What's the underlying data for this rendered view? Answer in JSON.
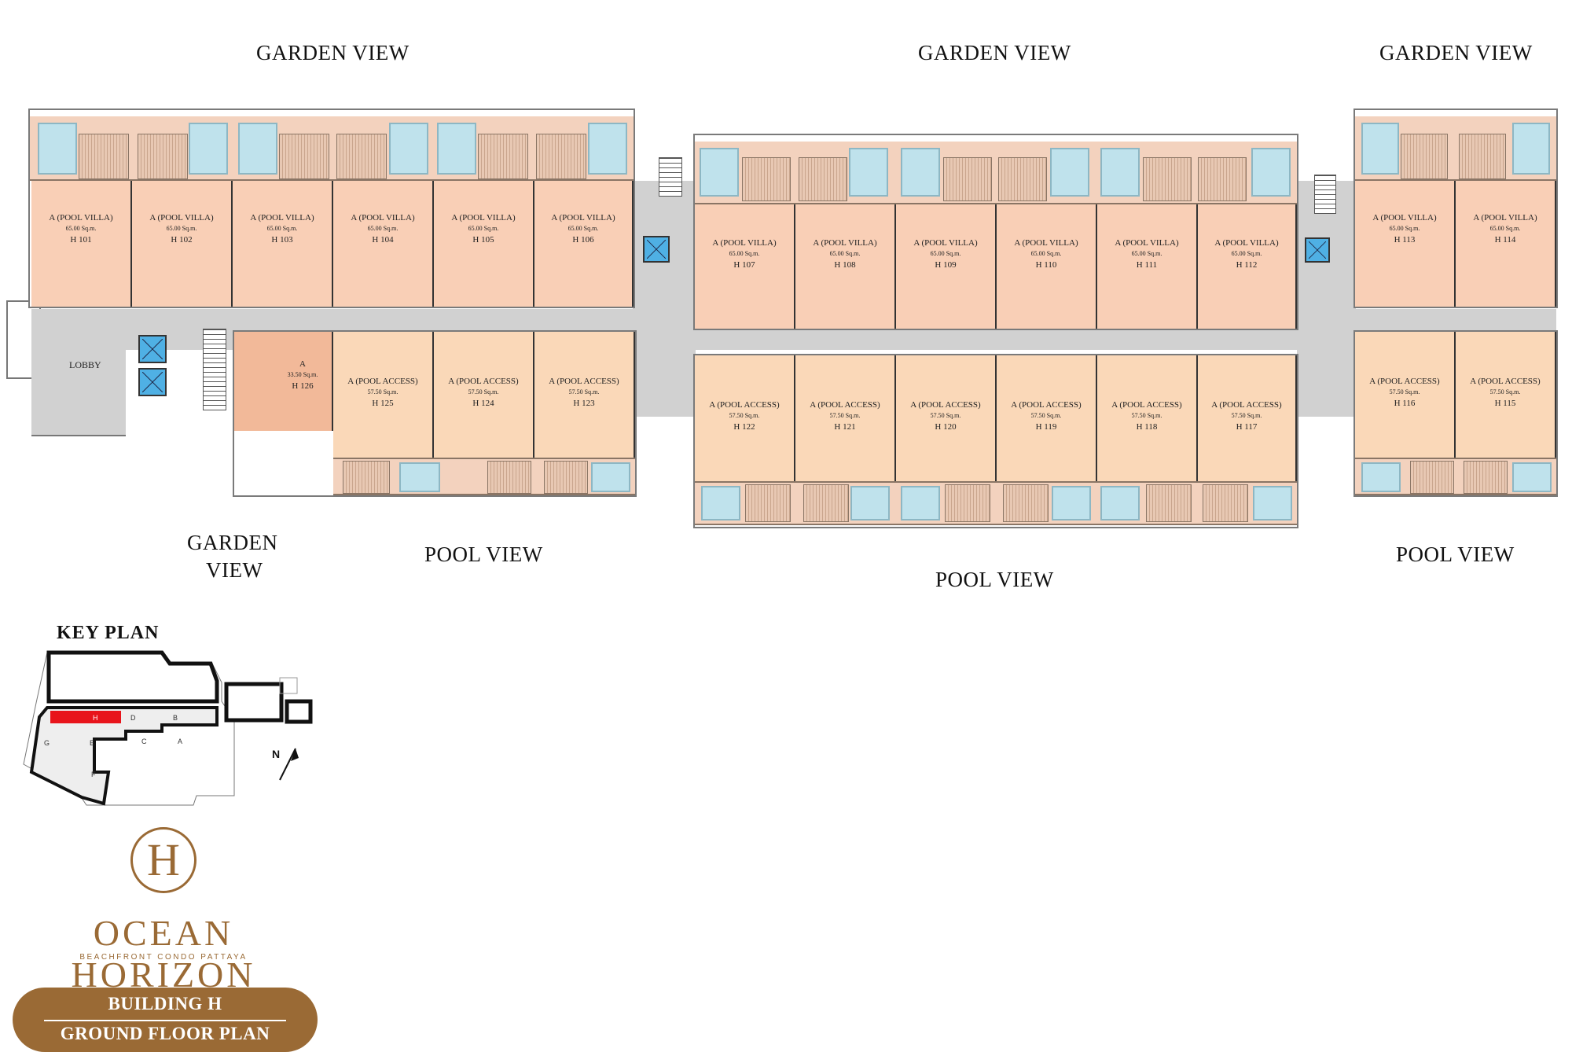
{
  "views": {
    "garden_top_left": "GARDEN VIEW",
    "garden_top_center": "GARDEN VIEW",
    "garden_top_right": "GARDEN VIEW",
    "garden_bottom_left_line1": "GARDEN",
    "garden_bottom_left_line2": "VIEW",
    "pool_bottom_left": "POOL VIEW",
    "pool_bottom_center": "POOL VIEW",
    "pool_bottom_right": "POOL VIEW"
  },
  "lobby": "LOBBY",
  "units_top": [
    {
      "name": "A (POOL VILLA)",
      "area": "65.00 Sq.m.",
      "num": "H 101"
    },
    {
      "name": "A (POOL VILLA)",
      "area": "65.00 Sq.m.",
      "num": "H 102"
    },
    {
      "name": "A (POOL VILLA)",
      "area": "65.00 Sq.m.",
      "num": "H 103"
    },
    {
      "name": "A (POOL VILLA)",
      "area": "65.00 Sq.m.",
      "num": "H 104"
    },
    {
      "name": "A (POOL VILLA)",
      "area": "65.00 Sq.m.",
      "num": "H 105"
    },
    {
      "name": "A (POOL VILLA)",
      "area": "65.00 Sq.m.",
      "num": "H 106"
    },
    {
      "name": "A (POOL VILLA)",
      "area": "65.00 Sq.m.",
      "num": "H 107"
    },
    {
      "name": "A (POOL VILLA)",
      "area": "65.00 Sq.m.",
      "num": "H 108"
    },
    {
      "name": "A (POOL VILLA)",
      "area": "65.00 Sq.m.",
      "num": "H 109"
    },
    {
      "name": "A (POOL VILLA)",
      "area": "65.00 Sq.m.",
      "num": "H 110"
    },
    {
      "name": "A (POOL VILLA)",
      "area": "65.00 Sq.m.",
      "num": "H 111"
    },
    {
      "name": "A (POOL VILLA)",
      "area": "65.00 Sq.m.",
      "num": "H 112"
    },
    {
      "name": "A (POOL VILLA)",
      "area": "65.00 Sq.m.",
      "num": "H 113"
    },
    {
      "name": "A (POOL VILLA)",
      "area": "65.00 Sq.m.",
      "num": "H 114"
    }
  ],
  "units_bottom": [
    {
      "name": "A",
      "area": "33.50 Sq.m.",
      "num": "H 126"
    },
    {
      "name": "A (POOL ACCESS)",
      "area": "57.50 Sq.m.",
      "num": "H 125"
    },
    {
      "name": "A (POOL ACCESS)",
      "area": "57.50 Sq.m.",
      "num": "H 124"
    },
    {
      "name": "A (POOL ACCESS)",
      "area": "57.50 Sq.m.",
      "num": "H 123"
    },
    {
      "name": "A (POOL ACCESS)",
      "area": "57.50 Sq.m.",
      "num": "H 122"
    },
    {
      "name": "A (POOL ACCESS)",
      "area": "57.50 Sq.m.",
      "num": "H 121"
    },
    {
      "name": "A (POOL ACCESS)",
      "area": "57.50 Sq.m.",
      "num": "H 120"
    },
    {
      "name": "A (POOL ACCESS)",
      "area": "57.50 Sq.m.",
      "num": "H 119"
    },
    {
      "name": "A (POOL ACCESS)",
      "area": "57.50 Sq.m.",
      "num": "H 118"
    },
    {
      "name": "A (POOL ACCESS)",
      "area": "57.50 Sq.m.",
      "num": "H 117"
    },
    {
      "name": "A (POOL ACCESS)",
      "area": "57.50 Sq.m.",
      "num": "H 116"
    },
    {
      "name": "A (POOL ACCESS)",
      "area": "57.50 Sq.m.",
      "num": "H 115"
    }
  ],
  "key_plan": {
    "title": "KEY PLAN",
    "building_labels": [
      "H",
      "D",
      "B",
      "E",
      "C",
      "A",
      "F",
      "G"
    ],
    "north": "N",
    "highlight_color": "#e8141b"
  },
  "brand": {
    "monogram": "H",
    "name": "OCEAN HORIZON",
    "tagline": "BEACHFRONT CONDO PATTAYA",
    "color": "#9a6a35"
  },
  "badge": {
    "line1": "BUILDING H",
    "line2": "GROUND FLOOR PLAN"
  }
}
